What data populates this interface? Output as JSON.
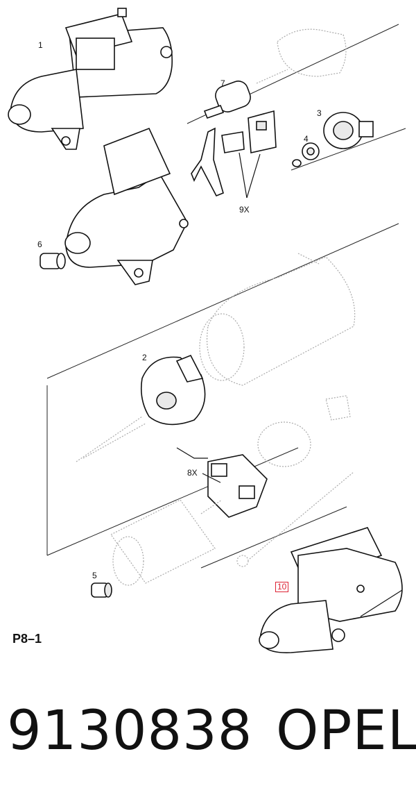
{
  "diagram": {
    "ref_code": "P8–1",
    "callouts": [
      "1",
      "2",
      "3",
      "4",
      "5",
      "6",
      "7",
      "8X",
      "9X",
      "10"
    ]
  },
  "footer": {
    "part_number": "9130838",
    "brand": "OPEL"
  }
}
